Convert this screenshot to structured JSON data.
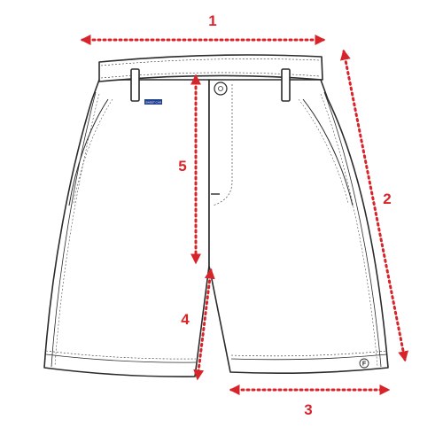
{
  "colors": {
    "measure": "#d7242b",
    "outline": "#2b2b2b",
    "background": "#ffffff",
    "label_tag": "#1f3f8f"
  },
  "measurements": [
    {
      "id": "1",
      "label": "1"
    },
    {
      "id": "2",
      "label": "2"
    },
    {
      "id": "3",
      "label": "3"
    },
    {
      "id": "4",
      "label": "4"
    },
    {
      "id": "5",
      "label": "5"
    }
  ],
  "garment": {
    "brand_tag_text": "SWEET CAR",
    "corner_mark": "F"
  }
}
